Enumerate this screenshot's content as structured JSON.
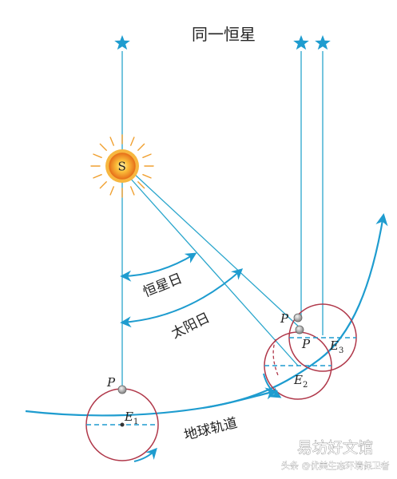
{
  "title": "同一恒星",
  "sun_label": "S",
  "labels": {
    "sidereal_day": "恒星日",
    "solar_day": "太阳日",
    "earth_orbit": "地球轨道"
  },
  "points": {
    "p1": "P",
    "p2": "P",
    "p3": "P"
  },
  "earth_positions": [
    {
      "letter": "E",
      "sub": "1"
    },
    {
      "letter": "E",
      "sub": "2"
    },
    {
      "letter": "E",
      "sub": "3"
    }
  ],
  "watermark": {
    "main": "易坊好文馆",
    "credit": "头条 @优美生态环境保卫者"
  },
  "colors": {
    "line": "#2aa6cc",
    "arrow": "#1e9ccf",
    "star": "#1e9ccf",
    "earth_outline": "#b0384a",
    "sun_core": "#e8751c",
    "sun_rays": "#f0a030"
  }
}
